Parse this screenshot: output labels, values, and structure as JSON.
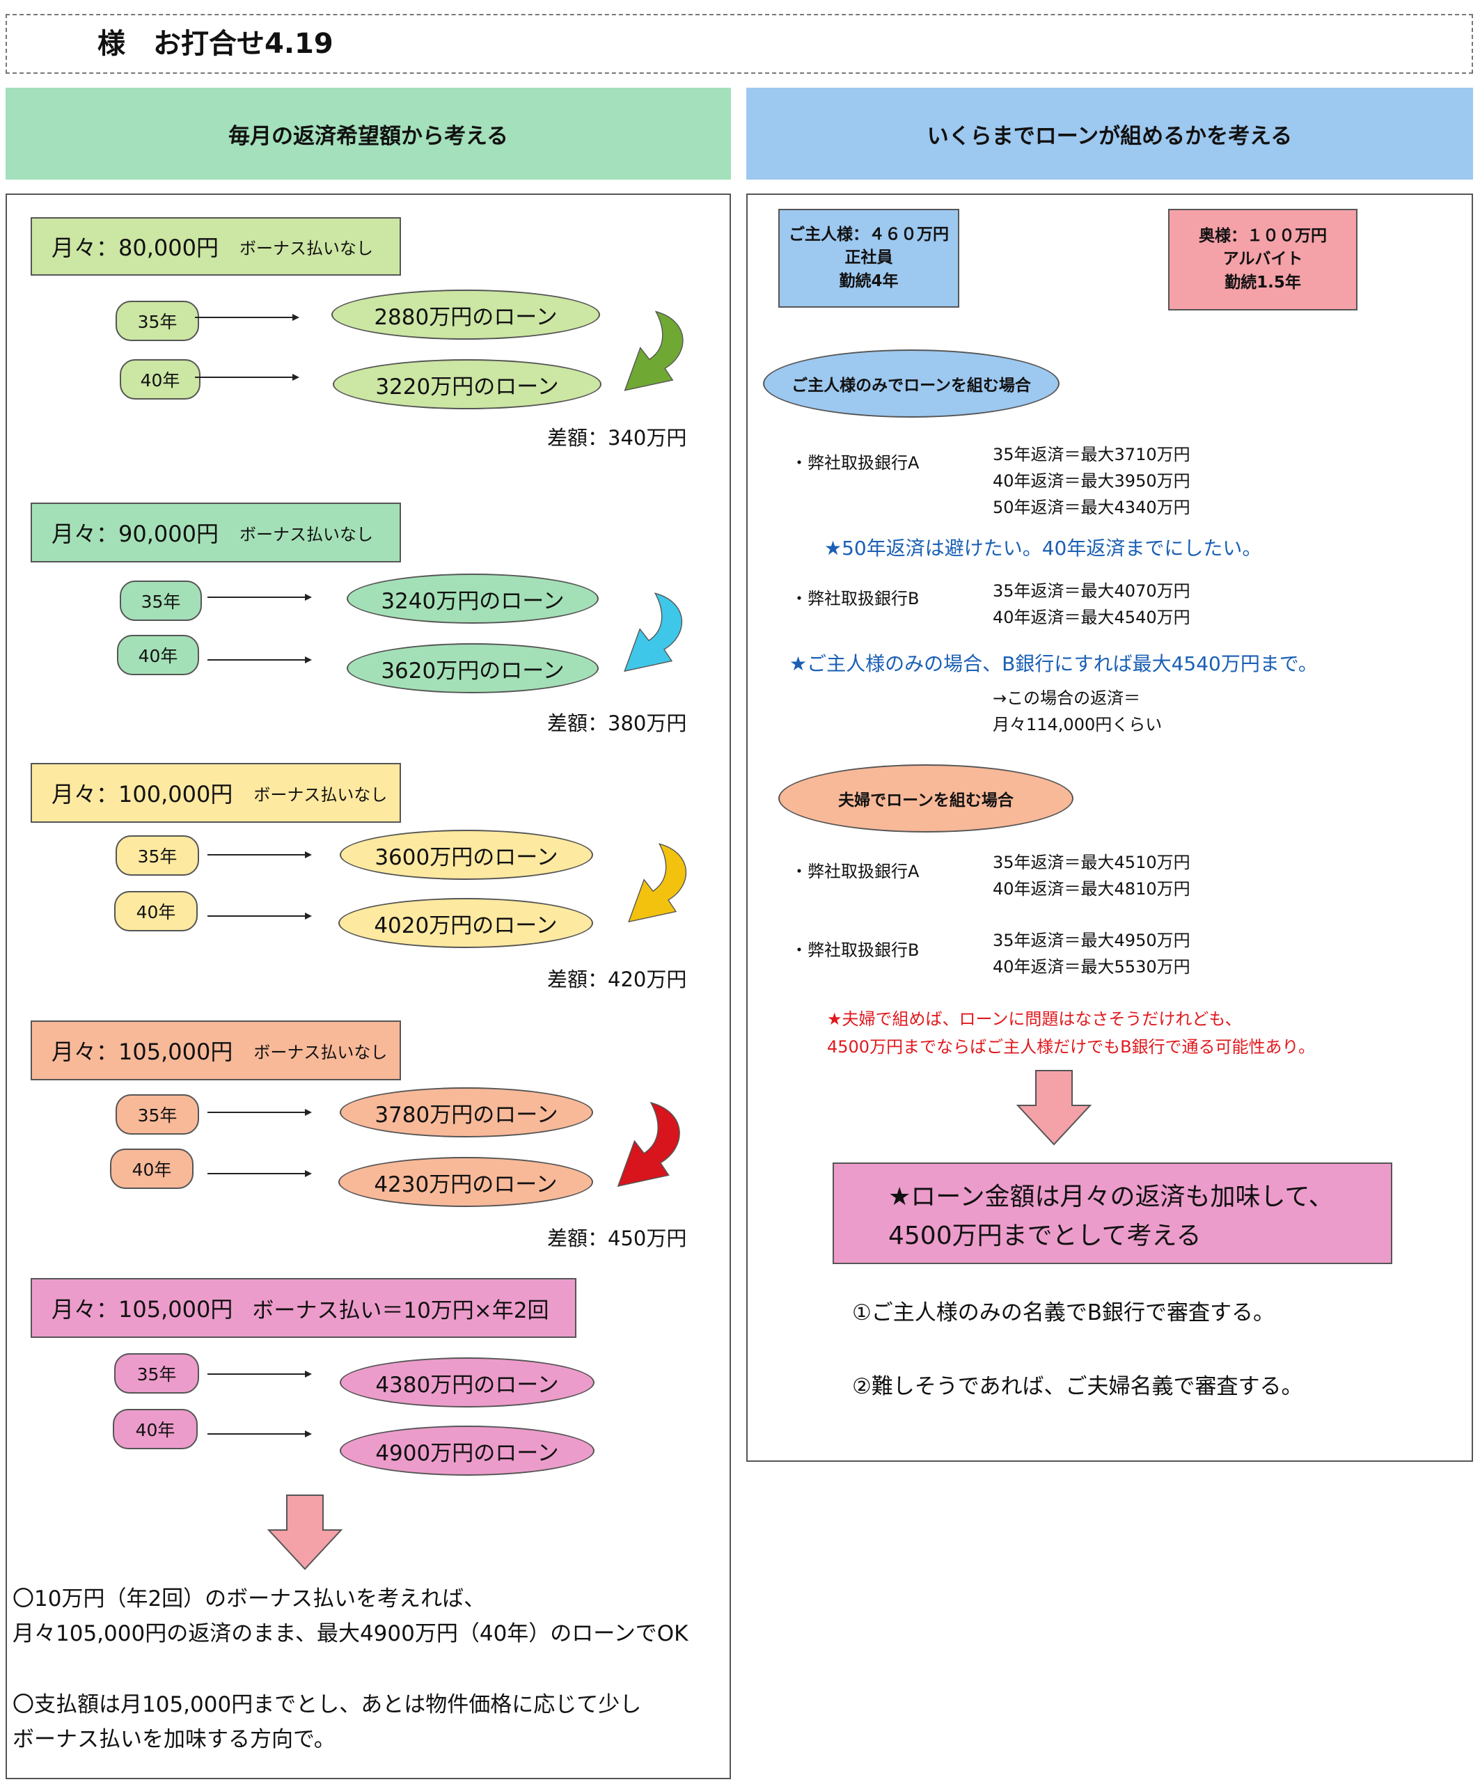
{
  "title": "様　お打合せ4.19",
  "left_header": "毎月の返済希望額から考える",
  "right_header": "いくらまでローンが組めるかを考える",
  "plans": [
    {
      "monthly": "月々：80,000円",
      "bonus": "ボーナス払いなし",
      "color": "#cce6a3",
      "arrow_color": "#6fa833",
      "term35": "35年",
      "term40": "40年",
      "loan35": "2880万円のローン",
      "loan40": "3220万円のローン",
      "diff": "差額：340万円"
    },
    {
      "monthly": "月々：90,000円",
      "bonus": "ボーナス払いなし",
      "color": "#a4e0b7",
      "arrow_color": "#3ec7e8",
      "term35": "35年",
      "term40": "40年",
      "loan35": "3240万円のローン",
      "loan40": "3620万円のローン",
      "diff": "差額：380万円"
    },
    {
      "monthly": "月々：100,000円",
      "bonus": "ボーナス払いなし",
      "color": "#fde9a0",
      "arrow_color": "#f2c20f",
      "term35": "35年",
      "term40": "40年",
      "loan35": "3600万円のローン",
      "loan40": "4020万円のローン",
      "diff": "差額：420万円"
    },
    {
      "monthly": "月々：105,000円",
      "bonus": "ボーナス払いなし",
      "color": "#f8b999",
      "arrow_color": "#d8141c",
      "term35": "35年",
      "term40": "40年",
      "loan35": "3780万円のローン",
      "loan40": "4230万円のローン",
      "diff": "差額：450万円"
    },
    {
      "monthly": "月々：105,000円",
      "bonus": "ボーナス払い＝10万円×年2回",
      "color": "#ec9ccb",
      "term35": "35年",
      "term40": "40年",
      "loan35": "4380万円のローン",
      "loan40": "4900万円のローン"
    }
  ],
  "left_conclusion": [
    "〇10万円（年2回）のボーナス払いを考えれば、",
    "月々105,000円の返済のまま、最大4900万円（40年）のローンでOK",
    "〇支払額は月105,000円までとし、あとは物件価格に応じて少し",
    "ボーナス払いを加味する方向で。"
  ],
  "husband": {
    "line1": "ご主人様：４６０万円",
    "line2": "正社員",
    "line3": "勤続4年",
    "color": "#9dc8ef"
  },
  "wife": {
    "line1": "奥様：１００万円",
    "line2": "アルバイト",
    "line3": "勤続1.5年",
    "color": "#f4a1a8"
  },
  "husband_only": {
    "label": "ご主人様のみでローンを組む場合",
    "color": "#9dc8ef",
    "bankA": {
      "name": "・弊社取扱銀行A",
      "rates": [
        "35年返済＝最大3710万円",
        "40年返済＝最大3950万円",
        "50年返済＝最大4340万円"
      ]
    },
    "noteA": "★50年返済は避けたい。40年返済までにしたい。",
    "bankB": {
      "name": "・弊社取扱銀行B",
      "rates": [
        "35年返済＝最大4070万円",
        "40年返済＝最大4540万円"
      ]
    },
    "noteB": "★ご主人様のみの場合、B銀行にすれば最大4540万円まで。",
    "repay": [
      "→この場合の返済＝",
      "月々114,000円くらい"
    ]
  },
  "couple": {
    "label": "夫婦でローンを組む場合",
    "color": "#f8b999",
    "bankA": {
      "name": "・弊社取扱銀行A",
      "rates": [
        "35年返済＝最大4510万円",
        "40年返済＝最大4810万円"
      ]
    },
    "bankB": {
      "name": "・弊社取扱銀行B",
      "rates": [
        "35年返済＝最大4950万円",
        "40年返済＝最大5530万円"
      ]
    },
    "note": [
      "★夫婦で組めば、ローンに問題はなさそうだけれども、",
      "4500万円までならばご主人様だけでもB銀行で通る可能性あり。"
    ]
  },
  "conclusion_box": [
    "★ローン金額は月々の返済も加味して、",
    "4500万円までとして考える"
  ],
  "steps": [
    "①ご主人様のみの名義でB銀行で審査する。",
    "②難しそうであれば、ご夫婦名義で審査する。"
  ],
  "down_arrow_color": "#f4a1a8"
}
